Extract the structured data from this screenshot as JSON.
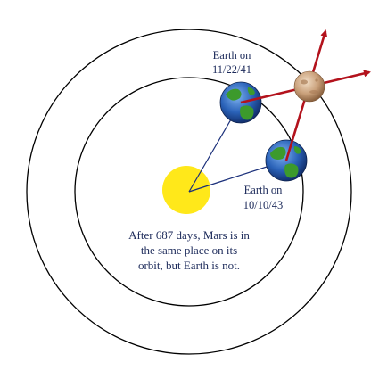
{
  "labels": {
    "earth_first_line1": "Earth on",
    "earth_first_line2": "11/22/41",
    "earth_second_line1": "Earth on",
    "earth_second_line2": "10/10/43"
  },
  "note": {
    "line1": "After 687 days, Mars is in",
    "line2": "the same place on its",
    "line3": "orbit, but Earth is not."
  },
  "colors": {
    "orbit": "#000000",
    "sightline": "#1a2f7a",
    "direction_arrow": "#b3121c",
    "sun": "#ffe81a",
    "ocean": "#2a62b8",
    "land": "#3c9a2c",
    "mars": "#c9a07a"
  },
  "icons": {
    "sun": "sun-icon",
    "earth": "earth-globe-icon",
    "mars": "mars-planet-icon"
  }
}
